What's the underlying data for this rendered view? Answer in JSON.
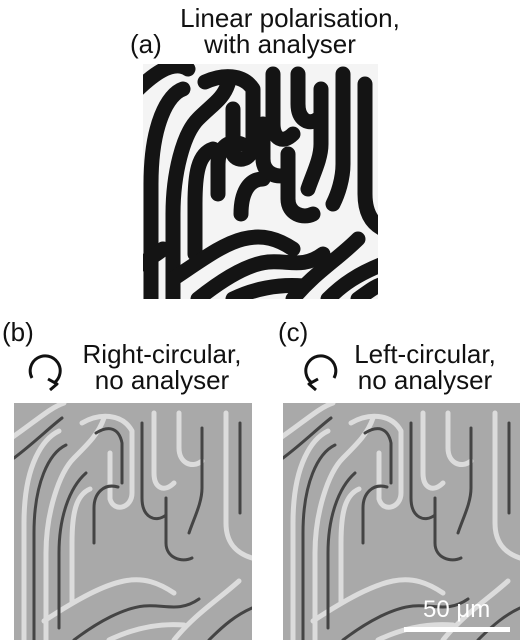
{
  "panel_a": {
    "tag": "(a)",
    "caption_line1": "Linear polarisation,",
    "caption_line2": "with analyser"
  },
  "panel_b": {
    "tag": "(b)",
    "caption_line1": "Right-circular,",
    "caption_line2": "no analyser",
    "rotation_icon": "clockwise-arrow-icon"
  },
  "panel_c": {
    "tag": "(c)",
    "caption_line1": "Left-circular,",
    "caption_line2": "no analyser",
    "rotation_icon": "counterclockwise-arrow-icon"
  },
  "scale_bar": {
    "label": "50 μm"
  },
  "colors": {
    "stripe_dark": "#141414",
    "stripe_light": "#f4f4f4",
    "gray_background": "#a9a9a9",
    "gray_line_light": "#dcdcdc",
    "gray_line_dark": "#444444"
  }
}
